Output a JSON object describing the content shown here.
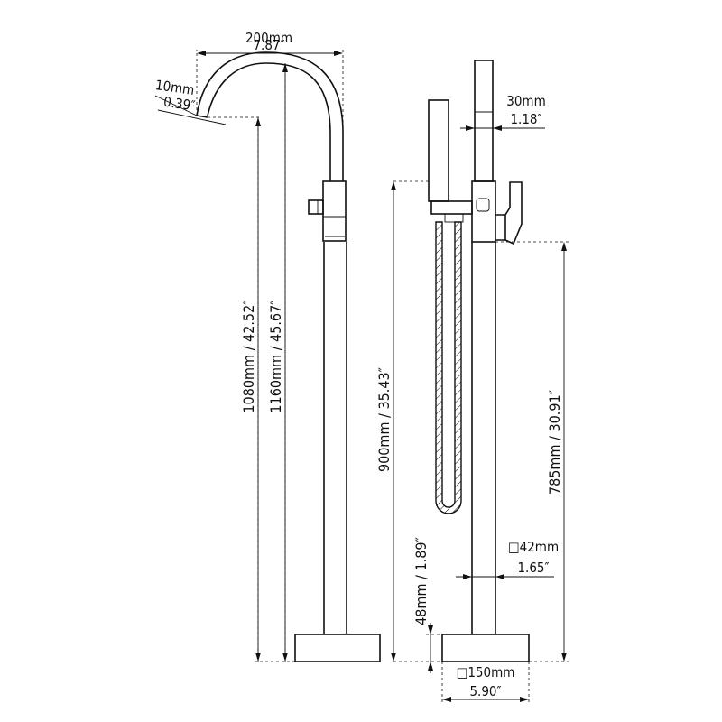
{
  "colors": {
    "line": "#111111",
    "background": "#ffffff"
  },
  "dimensions": {
    "spout_reach_mm": "200mm",
    "spout_reach_in": "7.87″",
    "spout_diameter_mm": "10mm",
    "spout_diameter_in": "0.39″",
    "outlet_height": "1080mm  /  42.52″",
    "total_height": "1160mm  /  45.67″",
    "handshower_width_mm": "30mm",
    "handshower_width_in": "1.18″",
    "handle_height": "900mm  /  35.43″",
    "valve_height": "785mm  /  30.91″",
    "column_size_mm": "□42mm",
    "column_size_in": "1.65″",
    "base_height": "48mm  /  1.89″",
    "base_size_mm": "□150mm",
    "base_size_in": "5.90″"
  }
}
